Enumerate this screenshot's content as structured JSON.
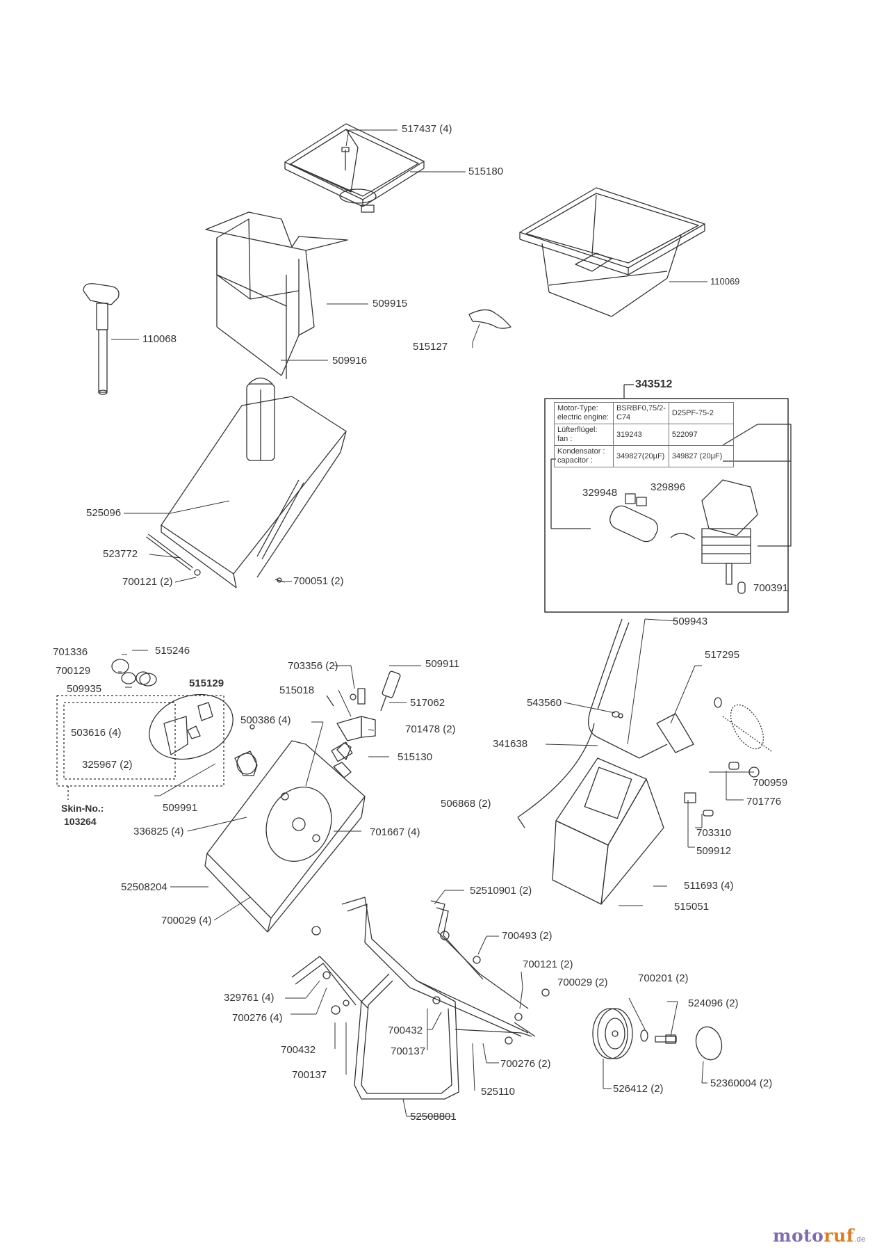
{
  "labels": {
    "p517437": "517437 (4)",
    "p515180": "515180",
    "p110069": "110069",
    "p509915": "509915",
    "p110068": "110068",
    "p515127": "515127",
    "p509916": "509916",
    "p343512": "343512",
    "p525096": "525096",
    "p329948": "329948",
    "p329896": "329896",
    "p523772": "523772",
    "p700121a": "700121 (2)",
    "p700051": "700051 (2)",
    "p700391": "700391",
    "p509943": "509943",
    "p701336": "701336",
    "p515246": "515246",
    "p700129": "700129",
    "p509935": "509935",
    "p515129": "515129",
    "p503616": "503616 (4)",
    "p325967": "325967 (2)",
    "p509991": "509991",
    "p703356": "703356 (2)",
    "p509911": "509911",
    "p515018": "515018",
    "p517062": "517062",
    "p500386": "500386 (4)",
    "p701478": "701478 (2)",
    "p515130": "515130",
    "p517295": "517295",
    "p543560": "543560",
    "p341638": "341638",
    "p506868": "506868 (2)",
    "p700959": "700959",
    "p701776": "701776",
    "p703310": "703310",
    "p509912": "509912",
    "p336825": "336825 (4)",
    "p701667": "701667 (4)",
    "p52508204": "52508204",
    "p700029a": "700029 (4)",
    "p511693": "511693 (4)",
    "p515051": "515051",
    "p52510901": "52510901 (2)",
    "p700493": "700493 (2)",
    "p700121b": "700121 (2)",
    "p700029b": "700029 (2)",
    "p700201": "700201 (2)",
    "p524096": "524096 (2)",
    "p329761": "329761 (4)",
    "p700276a": "700276 (4)",
    "p700432a": "700432",
    "p700137a": "700137",
    "p700432b": "700432",
    "p700137b": "700137",
    "p700276b": "700276 (2)",
    "p525110": "525110",
    "p52508801": "52508801",
    "p526412": "526412 (2)",
    "p52360004": "52360004 (2)"
  },
  "skin_no": {
    "label": "Skin-No.:",
    "value": "103264"
  },
  "motor_table": {
    "rows": [
      [
        "Motor-Type:\nelectric engine:",
        "BSRBF0,75/2-\nC74",
        "D25PF-75-2"
      ],
      [
        "Lüfterflügel:\nfan :",
        "319243",
        "522097"
      ],
      [
        "Kondensator :\ncapacitor :",
        "349827(20µF)",
        "349827 (20µF)"
      ]
    ]
  },
  "brand": {
    "part1": "moto",
    "part2": "ruf",
    "suffix": ".de"
  },
  "colors": {
    "line": "#333333",
    "logo_blue": "#7c6cb4",
    "logo_orange": "#e07a1e"
  }
}
